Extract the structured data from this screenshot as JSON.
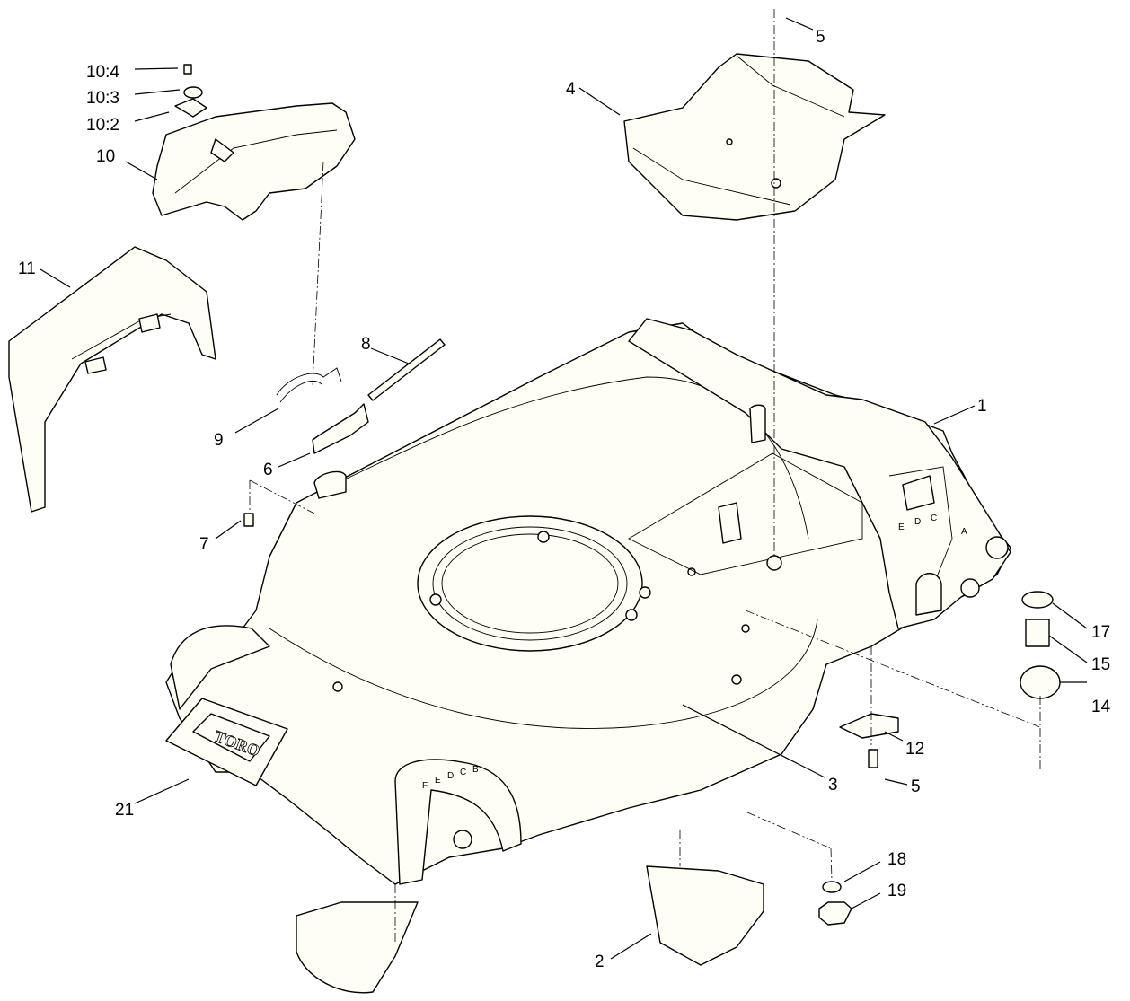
{
  "callouts": {
    "c1": "1",
    "c2": "2",
    "c3": "3",
    "c4": "4",
    "c5a": "5",
    "c5b": "5",
    "c6": "6",
    "c7": "7",
    "c8": "8",
    "c9": "9",
    "c10": "10",
    "c10_2": "10:2",
    "c10_3": "10:3",
    "c10_4": "10:4",
    "c11": "11",
    "c12": "12",
    "c14": "14",
    "c15": "15",
    "c17": "17",
    "c18": "18",
    "c19": "19",
    "c21": "21"
  },
  "markings": {
    "logo": "TORO",
    "height_letters_rear": [
      "E",
      "D",
      "C",
      "A"
    ],
    "height_letters_front": [
      "F",
      "E",
      "D",
      "C",
      "B"
    ]
  }
}
